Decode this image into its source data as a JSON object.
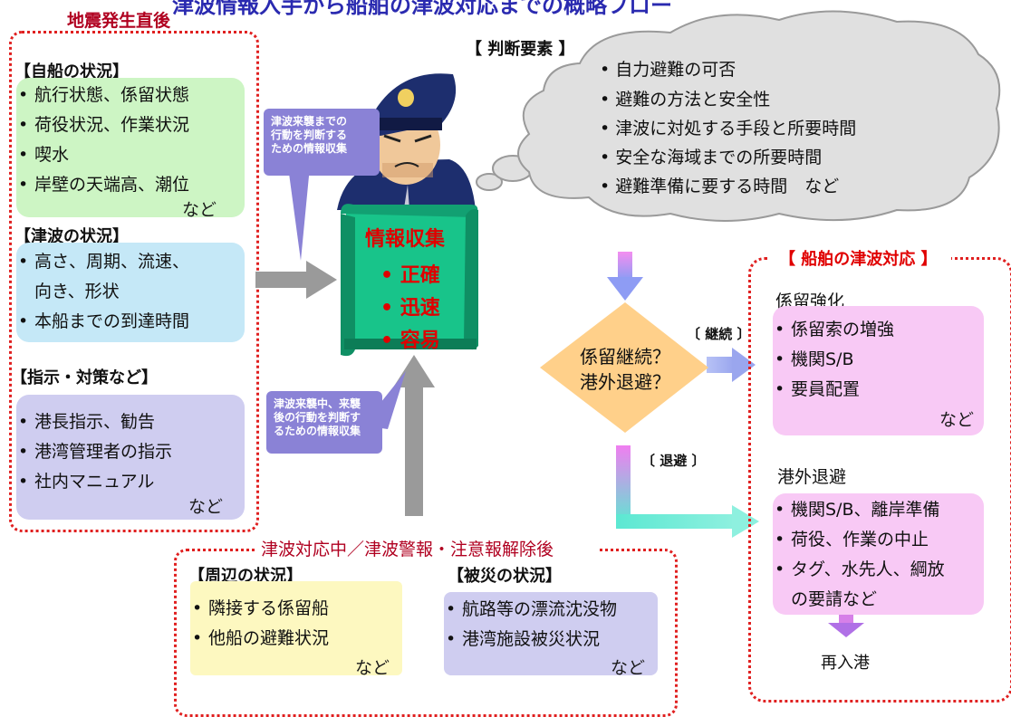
{
  "top_banner": "津波情報入手から船舶の津波対応までの概略フロー",
  "sections": {
    "immediate": "地震発生直後",
    "during_after": "津波対応中／津波警報・注意報解除後",
    "ship_response": "【 船舶の津波対応 】"
  },
  "own_ship": {
    "title": "【自船の状況】",
    "items": [
      "航行状態、係留状態",
      "荷役状況、作業状況",
      "喫水",
      "岸壁の天端高、潮位"
    ],
    "etc": "など"
  },
  "tsunami": {
    "title": "【津波の状況】",
    "items": [
      "高さ、周期、流速、",
      "向き、形状",
      "本船までの到達時間"
    ]
  },
  "instructions": {
    "title": "【指示・対策など】",
    "items": [
      "港長指示、勧告",
      "港湾管理者の指示",
      "社内マニュアル"
    ],
    "etc": "など"
  },
  "callouts": {
    "before": [
      "津波来襲までの",
      "行動を判断する",
      "ための情報収集"
    ],
    "after": [
      "津波来襲中、来襲",
      "後の行動を判断す",
      "るための情報収集"
    ]
  },
  "scroll": {
    "title": "情報収集",
    "items": [
      "正確",
      "迅速",
      "容易"
    ]
  },
  "judgment": {
    "title": "【 判断要素 】",
    "items": [
      "自力避難の可否",
      "避難の方法と安全性",
      "津波に対処する手段と所要時間",
      "安全な海域までの所要時間",
      "避難準備に要する時間　など"
    ]
  },
  "decision": {
    "line1": "係留継続？",
    "line2": "港外退避？",
    "continue_label": "〔 継続 〕",
    "evacuate_label": "〔 退避 〕"
  },
  "mooring": {
    "title": "係留強化",
    "items": [
      "係留索の増強",
      "機関S/B",
      "要員配置"
    ],
    "etc": "など"
  },
  "evacuation": {
    "title": "港外退避",
    "items": [
      "機関S/B、離岸準備",
      "荷役、作業の中止",
      "タグ、水先人、綱放",
      "の要請など"
    ]
  },
  "reentry": "再入港",
  "surroundings": {
    "title": "【周辺の状況】",
    "items": [
      "隣接する係留船",
      "他船の避難状況"
    ],
    "etc": "など"
  },
  "damage": {
    "title": "【被災の状況】",
    "items": [
      "航路等の漂流沈没物",
      "港湾施設被災状況"
    ],
    "etc": "など"
  },
  "colors": {
    "green": "#cdf5c4",
    "blue": "#c5e8f7",
    "lavender": "#cfcdf0",
    "pink": "#f8c9f5",
    "yellow": "#fdf8c0",
    "teal": "#2e9e8e",
    "orange": "#ffd08a",
    "red_dot": "#e02020"
  }
}
